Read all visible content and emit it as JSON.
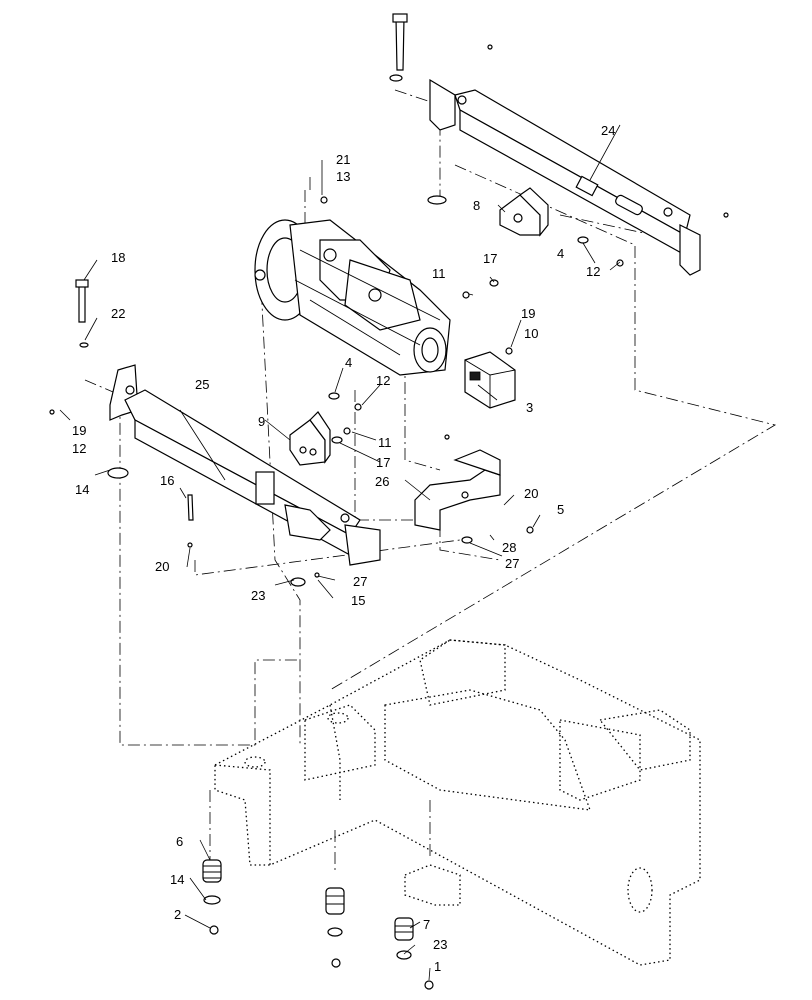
{
  "callouts": {
    "c1": "1",
    "c2": "2",
    "c3": "3",
    "c4a": "4",
    "c4b": "4",
    "c5": "5",
    "c6": "6",
    "c7": "7",
    "c8": "8",
    "c9": "9",
    "c10": "10",
    "c11a": "11",
    "c11b": "11",
    "c12a": "12",
    "c12b": "12",
    "c12c": "12",
    "c13": "13",
    "c14a": "14",
    "c14b": "14",
    "c15": "15",
    "c16": "16",
    "c17a": "17",
    "c17b": "17",
    "c18": "18",
    "c19a": "19",
    "c19b": "19",
    "c20a": "20",
    "c20b": "20",
    "c21": "21",
    "c22": "22",
    "c23a": "23",
    "c23b": "23",
    "c24": "24",
    "c25": "25",
    "c26": "26",
    "c27a": "27",
    "c27b": "27",
    "c28": "28"
  }
}
